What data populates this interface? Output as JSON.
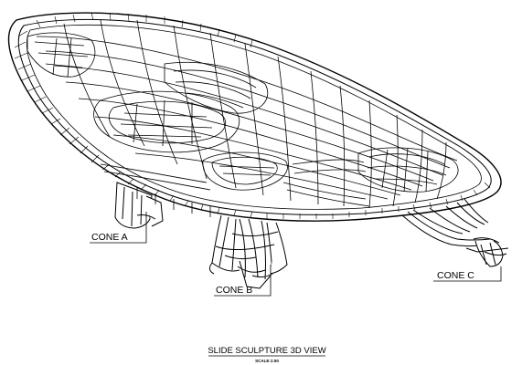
{
  "labels": {
    "cone_a": "CONE A",
    "cone_b": "CONE B",
    "cone_c": "CONE C"
  },
  "title_block": {
    "title": "SLIDE SCULPTURE 3D VIEW",
    "scale": "SCALE:1:50"
  },
  "colors": {
    "line": "#000000",
    "paper": "#ffffff"
  }
}
